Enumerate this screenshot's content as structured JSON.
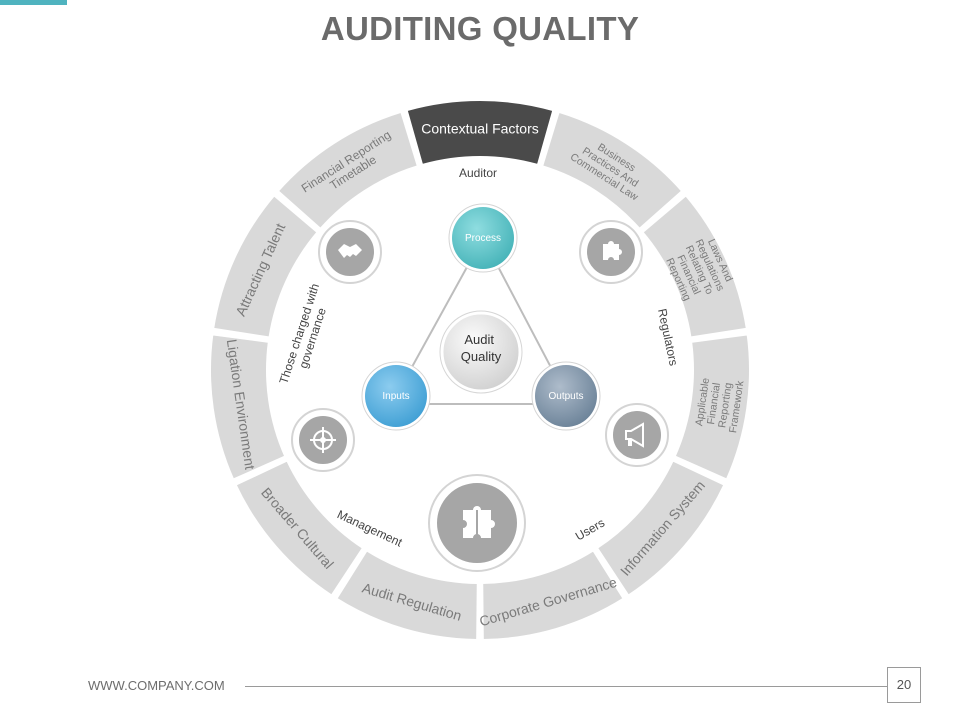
{
  "title": "AUDITING QUALITY",
  "colors": {
    "accent": "#4fb3bf",
    "ring_segment": "#d9d9d9",
    "ring_segment_active": "#4a4a4a",
    "process_node": "#5fc3c7",
    "inputs_node": "#5aaedc",
    "outputs_node": "#7e93a6"
  },
  "ring_segments": [
    {
      "label": "Contextual Factors",
      "active": true
    },
    {
      "label": "Business Practices And Commercial Law",
      "active": false
    },
    {
      "label": "Laws And Regulations Relating To Financial Reporting",
      "active": false
    },
    {
      "label": "Applicable Financial Reporting Framework",
      "active": false
    },
    {
      "label": "Information System",
      "active": false
    },
    {
      "label": "Corporate Governance",
      "active": false
    },
    {
      "label": "Audit Regulation",
      "active": false
    },
    {
      "label": "Broader Cultural",
      "active": false
    },
    {
      "label": "Ligation Environment",
      "active": false
    },
    {
      "label": "Attracting Talent",
      "active": false
    },
    {
      "label": "Financial Reporting Timetable",
      "active": false
    }
  ],
  "stakeholders": {
    "auditor": "Auditor",
    "regulators": "Regulators",
    "users": "Users",
    "management": "Management",
    "governance": "Those charged with governance"
  },
  "triangle": {
    "center": "Audit Quality",
    "process": "Process",
    "inputs": "Inputs",
    "outputs": "Outputs"
  },
  "icons": [
    "handshake-icon",
    "puzzle-piece-icon",
    "target-icon",
    "megaphone-icon",
    "puzzle-icon"
  ],
  "footer": {
    "url": "WWW.COMPANY.COM",
    "page": "20"
  }
}
